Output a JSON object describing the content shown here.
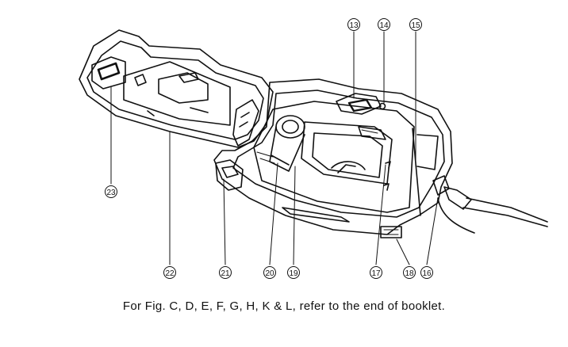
{
  "callouts": [
    {
      "id": "c13",
      "label": "13"
    },
    {
      "id": "c14",
      "label": "14"
    },
    {
      "id": "c15",
      "label": "15"
    },
    {
      "id": "c16",
      "label": "16"
    },
    {
      "id": "c17",
      "label": "17"
    },
    {
      "id": "c18",
      "label": "18"
    },
    {
      "id": "c19",
      "label": "19"
    },
    {
      "id": "c20",
      "label": "20"
    },
    {
      "id": "c21",
      "label": "21"
    },
    {
      "id": "c22",
      "label": "22"
    },
    {
      "id": "c23",
      "label": "23"
    }
  ],
  "caption": "For Fig. C, D, E, F, G, H, K & L, refer to the end of booklet.",
  "colors": {
    "ink": "#111111",
    "paper": "#ffffff"
  }
}
